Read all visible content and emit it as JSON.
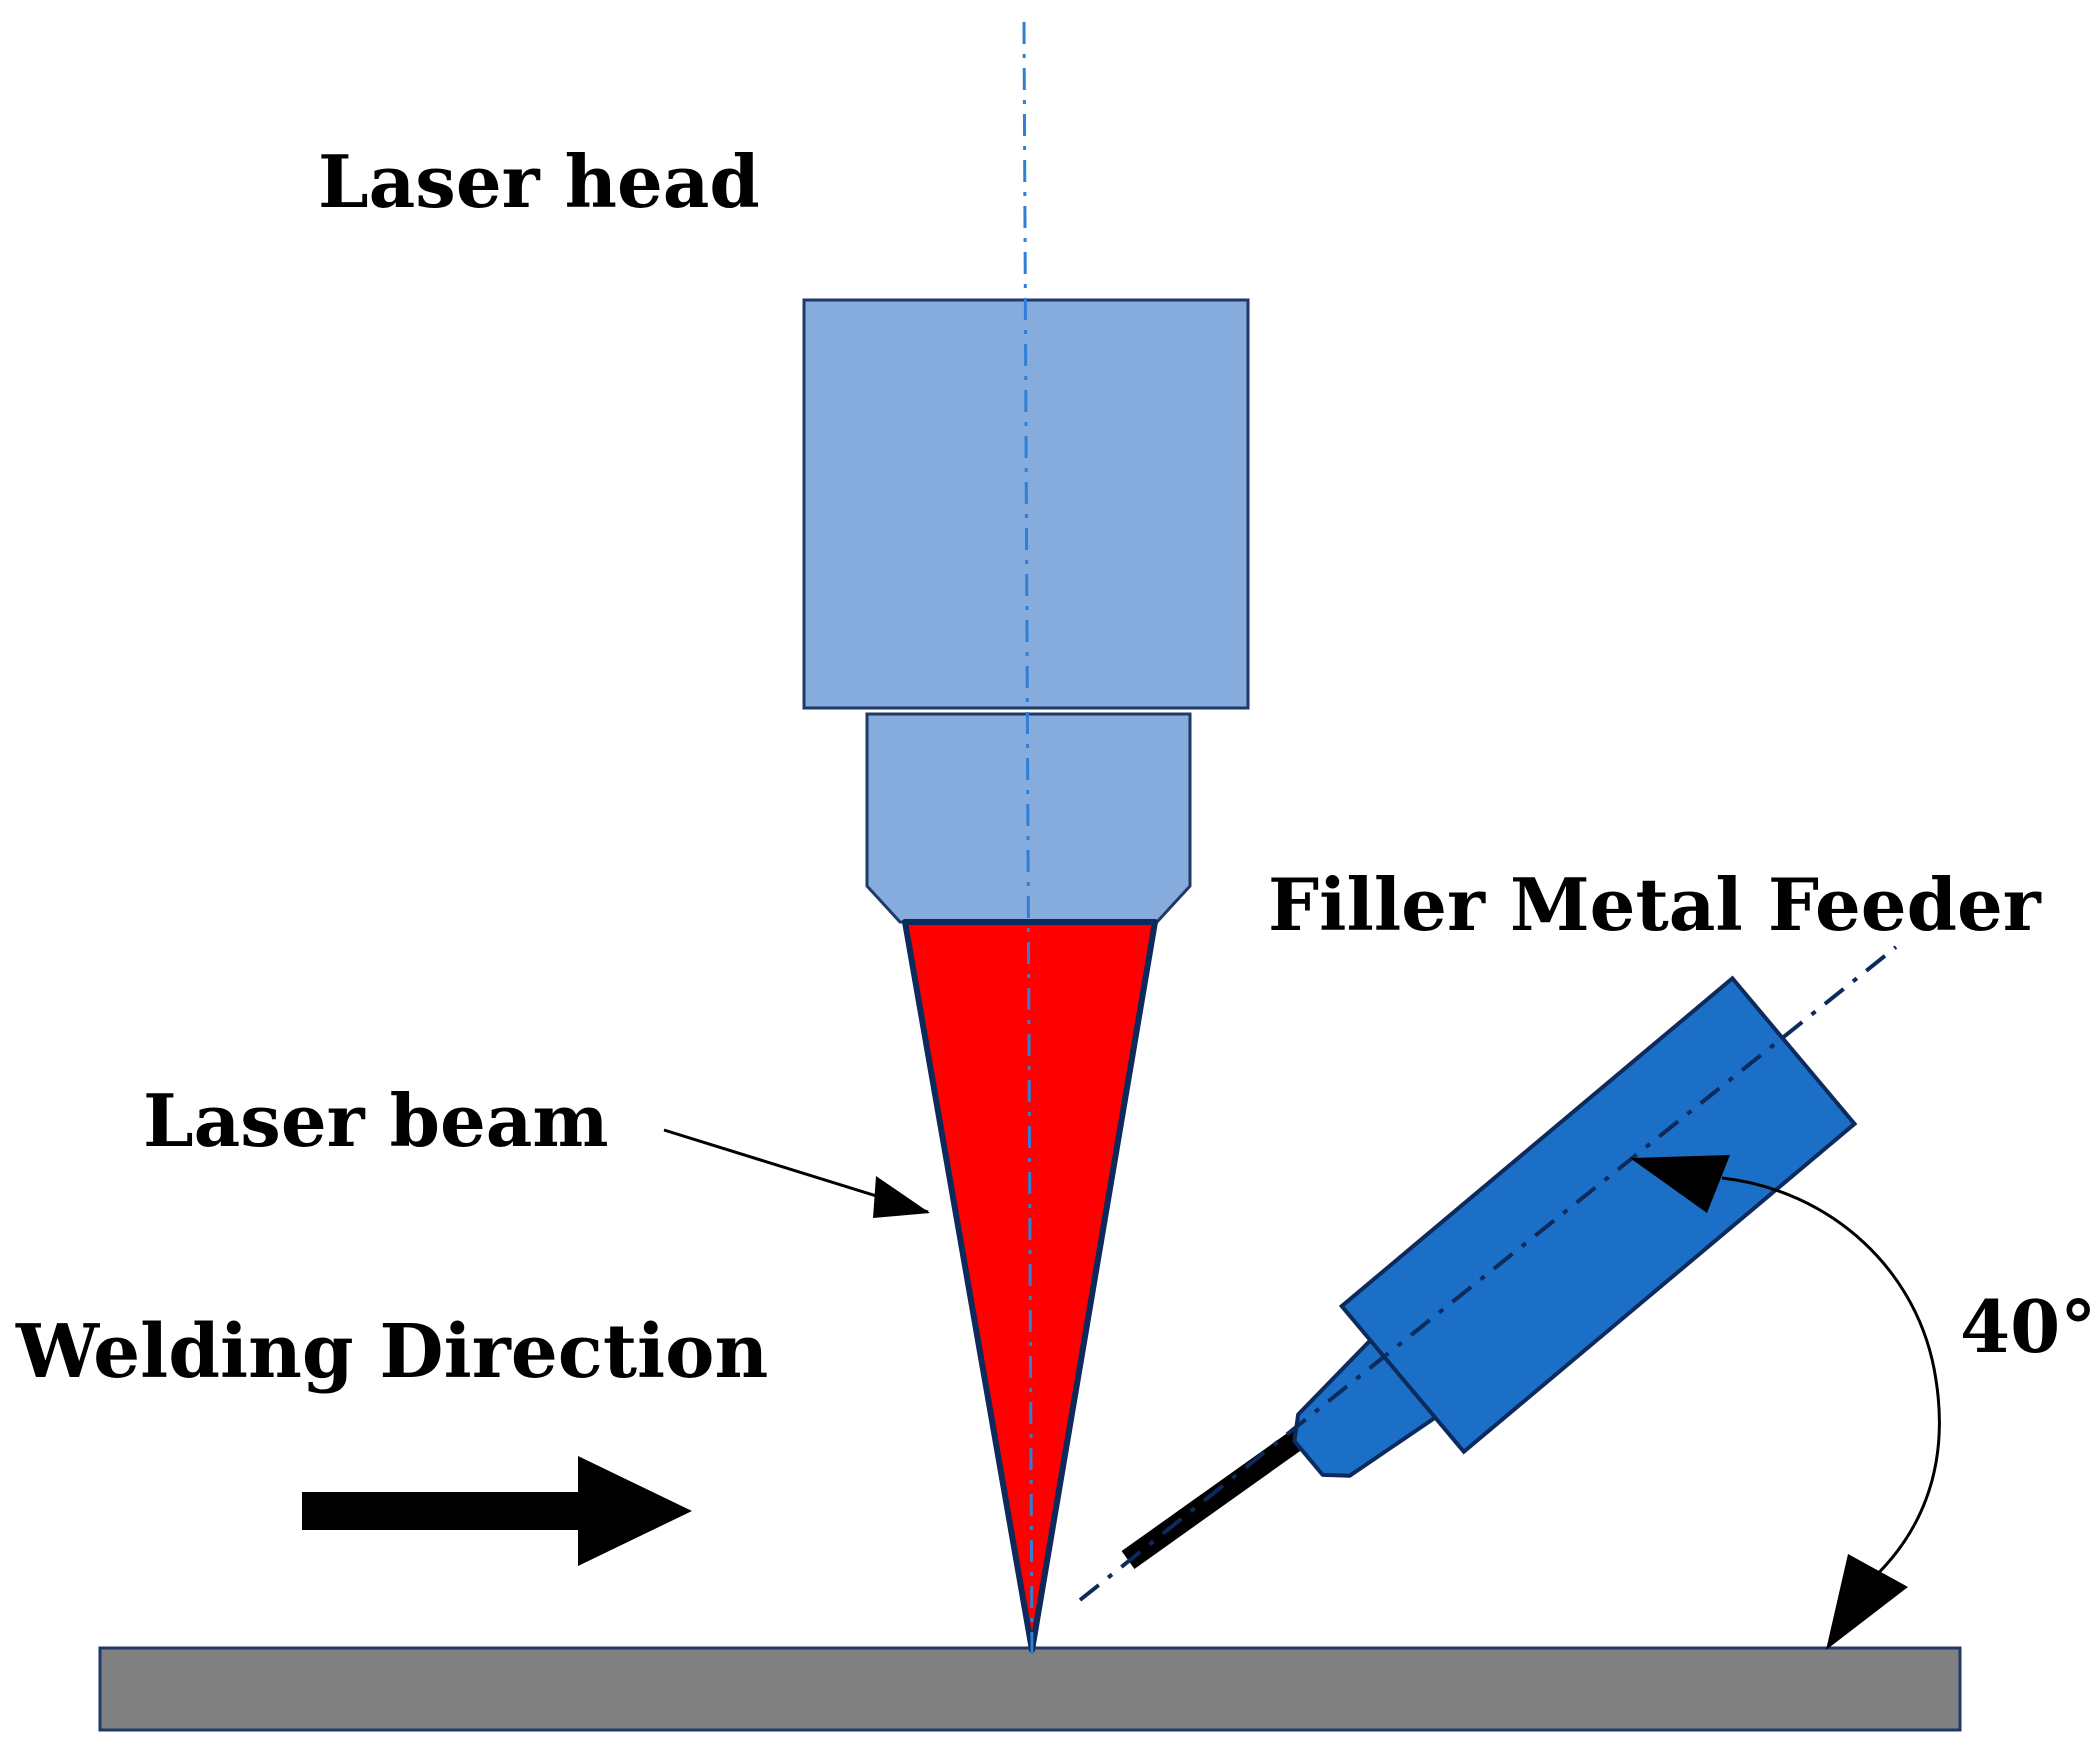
{
  "labels": {
    "laser_head": "Laser head",
    "laser_beam": "Laser beam",
    "filler_metal_feeder": "Filler Metal Feeder",
    "welding_direction": "Welding Direction",
    "angle": "40°"
  },
  "colors": {
    "laser_head_fill": "#85acdc",
    "laser_head_stroke": "#1f3a68",
    "beam_fill": "#ff0000",
    "beam_stroke": "#0d2a5c",
    "axis_line": "#2f7fd6",
    "feeder_fill": "#1b6fc6",
    "feeder_stroke": "#0d2a5c",
    "feeder_axis": "#0d2a5c",
    "workpiece_fill": "#808080",
    "arrow": "#000000"
  },
  "angle_deg": 40
}
